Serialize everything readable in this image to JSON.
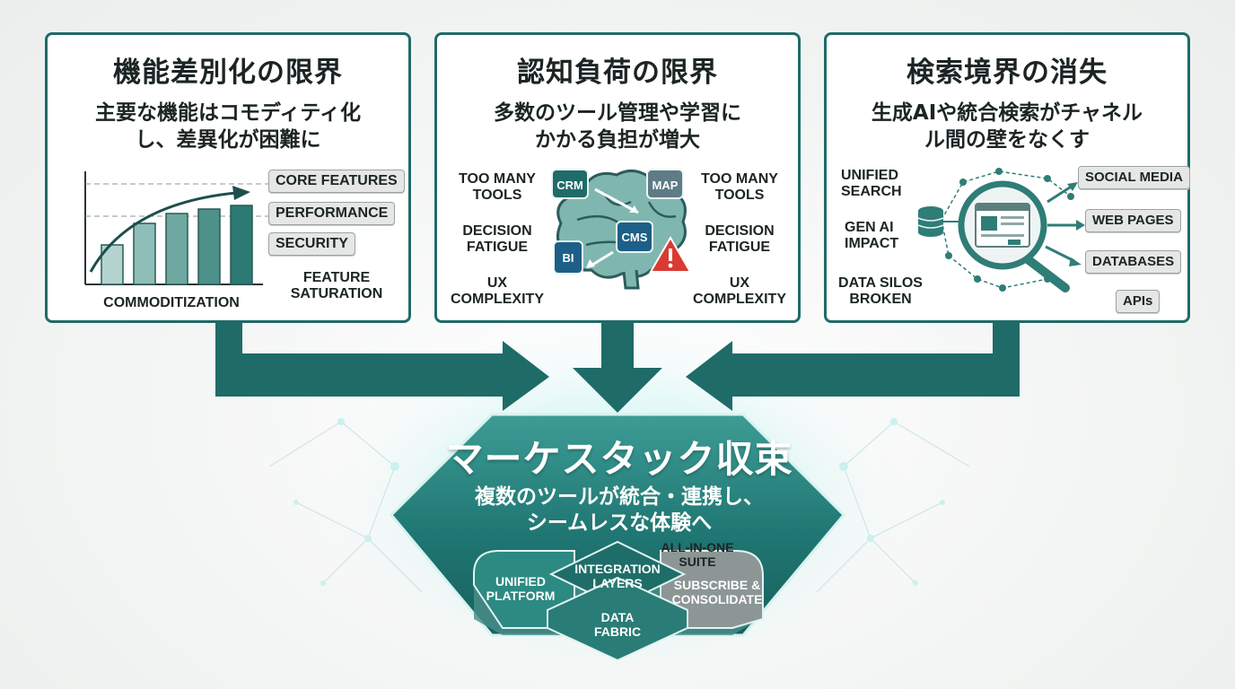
{
  "panels": [
    {
      "title": "機能差別化の限界",
      "subtitle": [
        "主要な機能はコモディティ化",
        "し、差異化が困難に"
      ],
      "chart_tags": [
        "CORE FEATURES",
        "PERFORMANCE",
        "SECURITY"
      ],
      "feature_saturation": [
        "FEATURE",
        "SATURATION"
      ],
      "commoditization": "COMMODITIZATION"
    },
    {
      "title": "認知負荷の限界",
      "subtitle": [
        "多数のツール管理や学習に",
        "かかる負担が増大"
      ],
      "left_labels": [
        [
          "TOO MANY",
          "TOOLS"
        ],
        [
          "DECISION",
          "FATIGUE"
        ],
        [
          "UX",
          "COMPLEXITY"
        ]
      ],
      "right_labels": [
        [
          "TOO MANY",
          "TOOLS"
        ],
        [
          "DECISION",
          "FATIGUE"
        ],
        [
          "UX",
          "COMPLEXITY"
        ]
      ],
      "tool_icons": [
        "CRM",
        "MAP",
        "CMS",
        "BI"
      ]
    },
    {
      "title": "検索境界の消失",
      "subtitle": [
        "生成AIや統合検索がチャネル",
        "ル間の壁をなくす"
      ],
      "left_labels": [
        [
          "UNIFIED",
          "SEARCH"
        ],
        [
          "GEN AI",
          "IMPACT"
        ],
        [
          "DATA SILOS",
          "BROKEN"
        ]
      ],
      "channels": [
        "SOCIAL MEDIA",
        "WEB PAGES",
        "DATABASES",
        "APIs"
      ]
    }
  ],
  "center": {
    "title": "マーケスタック収束",
    "subtitle": [
      "複数のツールが統合・連携し、",
      "シームレスな体験へ"
    ],
    "suite_label": [
      "ALL-IN-ONE",
      "SUITE"
    ],
    "layers": {
      "unified_platform": [
        "UNIFIED",
        "PLATFORM"
      ],
      "integration_layers": [
        "INTEGRATION",
        "LAYERS"
      ],
      "subscribe_consolidate": [
        "SUBSCRIBE &",
        "CONSOLIDATE"
      ],
      "data_fabric": [
        "DATA",
        "FABRIC"
      ]
    }
  },
  "colors": {
    "teal_dark": "#1f6b68",
    "teal_mid": "#2f8a84",
    "teal_light": "#7fb9b2",
    "warning_red": "#d93a32",
    "tool_blue": "#1d5f86"
  }
}
